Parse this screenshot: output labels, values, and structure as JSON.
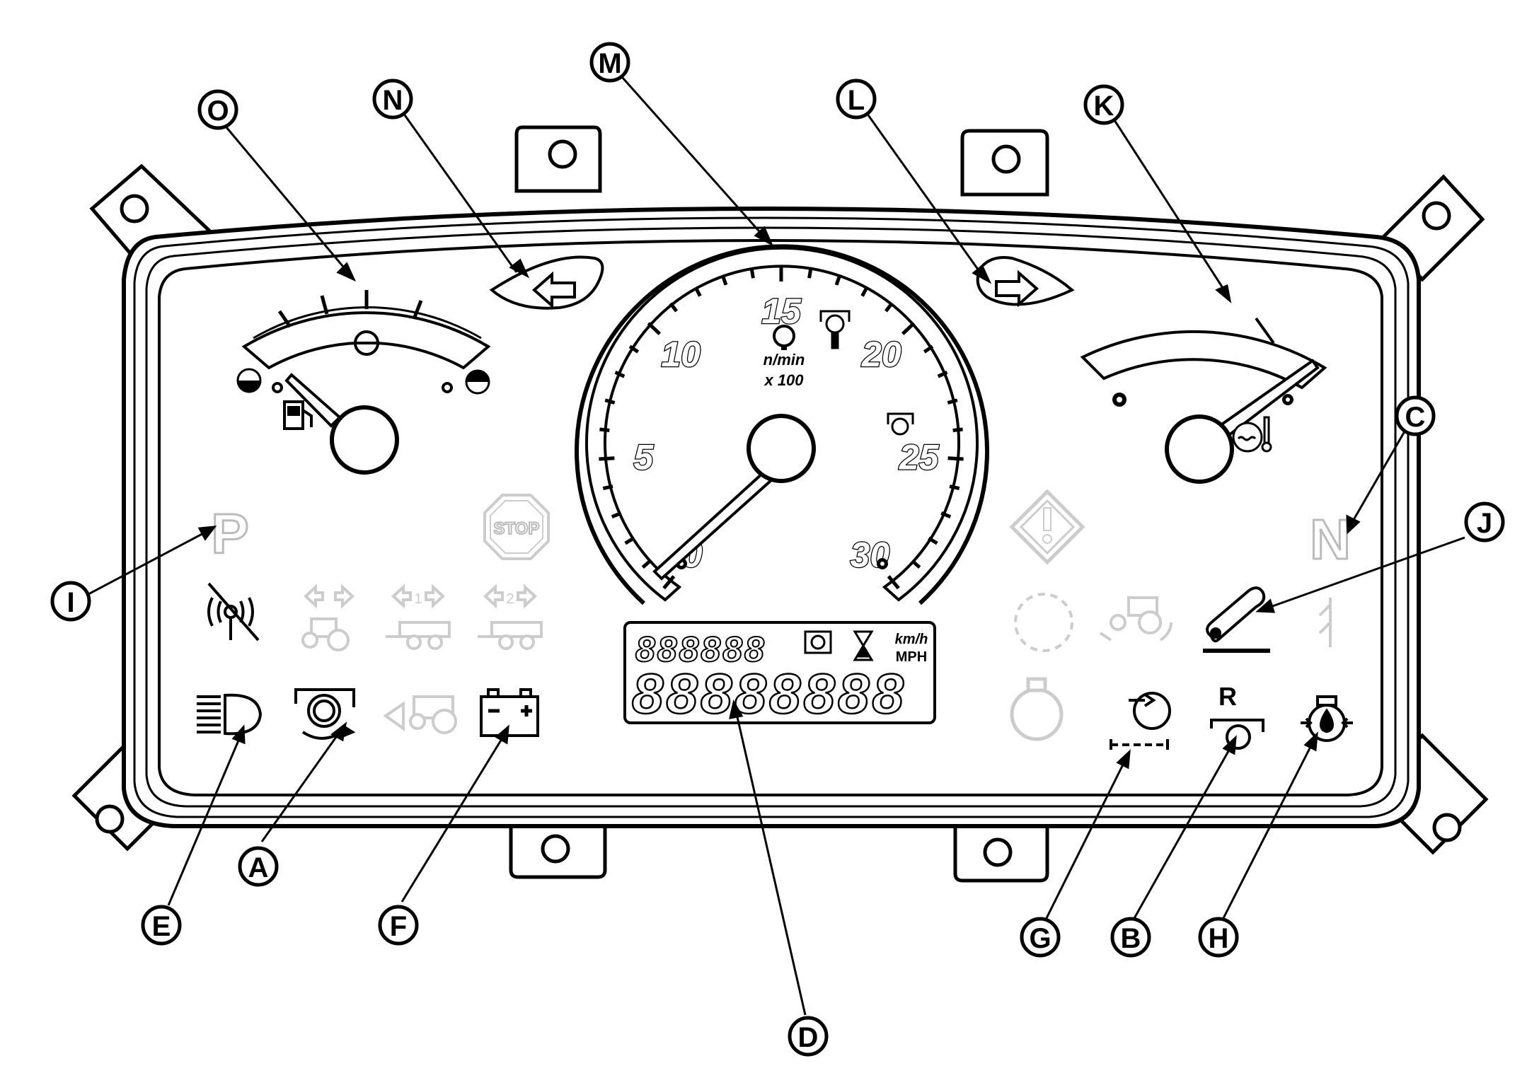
{
  "tachometer": {
    "scale_labels": [
      "0",
      "5",
      "10",
      "15",
      "20",
      "25",
      "30"
    ],
    "unit_top": "n/min",
    "unit_bottom": "x 100",
    "range": [
      0,
      30
    ]
  },
  "indicators": {
    "park_letter": "P",
    "neutral_letter": "N",
    "stop_text": "STOP",
    "range_letter": "R",
    "turn_1": "1",
    "turn_2": "2"
  },
  "lcd": {
    "unit_kmh": "km/h",
    "unit_mph": "MPH",
    "top_digits": "888888",
    "bottom_digits": "88888888"
  },
  "callouts": [
    {
      "id": "O",
      "letter": "O"
    },
    {
      "id": "N",
      "letter": "N"
    },
    {
      "id": "M",
      "letter": "M"
    },
    {
      "id": "L",
      "letter": "L"
    },
    {
      "id": "K",
      "letter": "K"
    },
    {
      "id": "C",
      "letter": "C"
    },
    {
      "id": "J",
      "letter": "J"
    },
    {
      "id": "I",
      "letter": "I"
    },
    {
      "id": "E",
      "letter": "E"
    },
    {
      "id": "A",
      "letter": "A"
    },
    {
      "id": "F",
      "letter": "F"
    },
    {
      "id": "D",
      "letter": "D"
    },
    {
      "id": "G",
      "letter": "G"
    },
    {
      "id": "B",
      "letter": "B"
    },
    {
      "id": "H",
      "letter": "H"
    }
  ],
  "icons": {
    "fuel_gauge": "fuel-pump-icon",
    "temp_gauge": "coolant-temperature-icon",
    "left_turn": "left-arrow-icon",
    "right_turn": "right-arrow-icon",
    "stop": "stop-sign-icon",
    "warning": "warning-diamond-icon",
    "headlight": "high-beam-icon",
    "battery": "battery-icon",
    "oil": "oil-pressure-icon",
    "pto": "pto-icon",
    "transmission": "transmission-icon",
    "park_brake": "park-brake-icon",
    "hitch": "hitch-icon",
    "radar": "radar-off-icon"
  }
}
